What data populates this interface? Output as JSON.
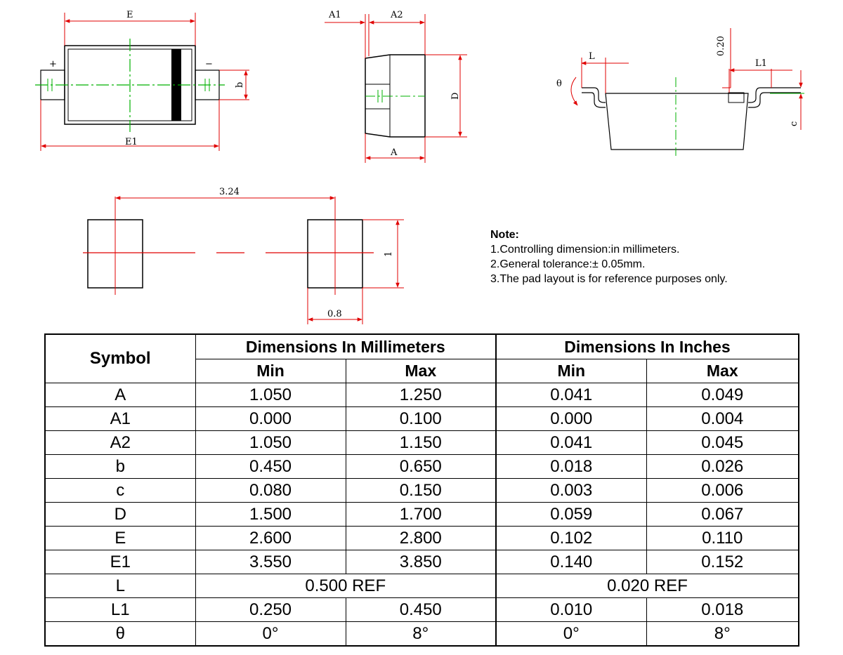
{
  "drawings": {
    "top_view": {
      "dim_E": "E",
      "dim_E1": "E1",
      "dim_b": "b",
      "plus": "+",
      "minus": "−"
    },
    "side_view": {
      "dim_A1": "A1",
      "dim_A2": "A2",
      "dim_D": "D",
      "dim_A": "A"
    },
    "lead_view": {
      "dim_L": "L",
      "dim_020": "0.20",
      "dim_L1": "L1",
      "dim_c": "c",
      "dim_theta": "θ"
    },
    "pad_layout": {
      "dim_324": "3.24",
      "dim_1": "1",
      "dim_08": "0.8"
    }
  },
  "note": {
    "title": "Note:",
    "lines": [
      "1.Controlling dimension:in millimeters.",
      "2.General tolerance:± 0.05mm.",
      "3.The pad layout is for reference purposes only."
    ]
  },
  "table": {
    "symbol_header": "Symbol",
    "mm_header": "Dimensions In Millimeters",
    "in_header": "Dimensions In Inches",
    "min": "Min",
    "max": "Max",
    "rows": [
      {
        "symbol": "A",
        "mm_min": "1.050",
        "mm_max": "1.250",
        "in_min": "0.041",
        "in_max": "0.049"
      },
      {
        "symbol": "A1",
        "mm_min": "0.000",
        "mm_max": "0.100",
        "in_min": "0.000",
        "in_max": "0.004"
      },
      {
        "symbol": "A2",
        "mm_min": "1.050",
        "mm_max": "1.150",
        "in_min": "0.041",
        "in_max": "0.045"
      },
      {
        "symbol": "b",
        "mm_min": "0.450",
        "mm_max": "0.650",
        "in_min": "0.018",
        "in_max": "0.026"
      },
      {
        "symbol": "c",
        "mm_min": "0.080",
        "mm_max": "0.150",
        "in_min": "0.003",
        "in_max": "0.006"
      },
      {
        "symbol": "D",
        "mm_min": "1.500",
        "mm_max": "1.700",
        "in_min": "0.059",
        "in_max": "0.067"
      },
      {
        "symbol": "E",
        "mm_min": "2.600",
        "mm_max": "2.800",
        "in_min": "0.102",
        "in_max": "0.110"
      },
      {
        "symbol": "E1",
        "mm_min": "3.550",
        "mm_max": "3.850",
        "in_min": "0.140",
        "in_max": "0.152"
      },
      {
        "symbol": "L",
        "mm_ref": "0.500 REF",
        "in_ref": "0.020 REF"
      },
      {
        "symbol": "L1",
        "mm_min": "0.250",
        "mm_max": "0.450",
        "in_min": "0.010",
        "in_max": "0.018"
      },
      {
        "symbol": "θ",
        "mm_min": "0°",
        "mm_max": "8°",
        "in_min": "0°",
        "in_max": "8°"
      }
    ]
  },
  "colors": {
    "dimension_line": "#e00000",
    "center_line": "#00b000",
    "outline": "#000000"
  }
}
